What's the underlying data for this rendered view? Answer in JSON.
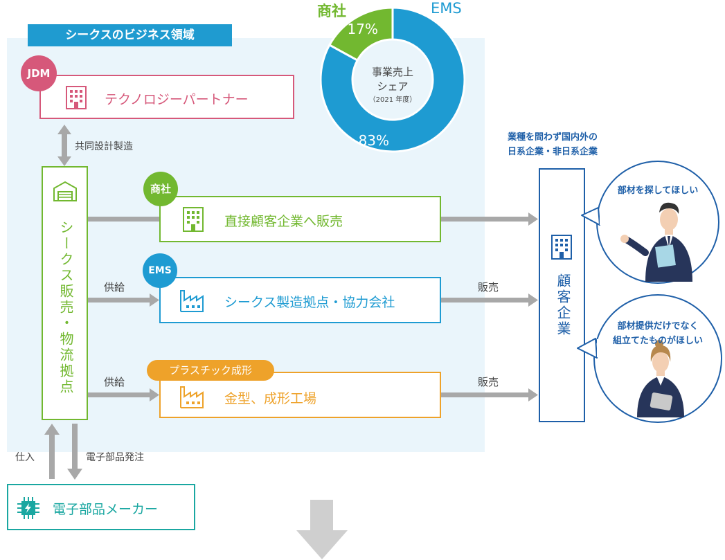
{
  "region_title": "シークスのビジネス領域",
  "jdm": {
    "badge": "JDM",
    "label": "テクノロジーパートナー"
  },
  "joint_design_label": "共同設計製造",
  "logistics_label": "シークス販売・物流拠点",
  "trading": {
    "badge": "商社",
    "label": "直接顧客企業へ販売"
  },
  "ems": {
    "badge": "EMS",
    "label": "シークス製造拠点・協力会社"
  },
  "plastics": {
    "badge": "プラスチック成形",
    "label": "金型、成形工場"
  },
  "supply_label_1": "供給",
  "supply_label_2": "供給",
  "sales_label_1": "販売",
  "sales_label_2": "販売",
  "purchase_label": "仕入",
  "order_label": "電子部品発注",
  "maker_label": "電子部品メーカー",
  "customer": {
    "note_line1": "業種を問わず国内外の",
    "note_line2": "日系企業・非日系企業",
    "label": "顧客企業"
  },
  "bubble1": {
    "line1": "部材を探してほしい"
  },
  "bubble2": {
    "line1": "部材提供だけでなく",
    "line2": "組立てたものがほしい"
  },
  "chart_data": {
    "type": "pie",
    "title": "事業売上シェア",
    "subtitle": "（2021 年度）",
    "center_line1": "事業売上",
    "center_line2": "シェア",
    "slices": [
      {
        "name": "EMS",
        "value": 83,
        "label": "83%",
        "color": "#1e9bd2"
      },
      {
        "name": "商社",
        "value": 17,
        "label": "17%",
        "color": "#72b830"
      }
    ]
  },
  "colors": {
    "jdm": "#d6587a",
    "green": "#72b830",
    "blue": "#1e9bd2",
    "orange": "#eea22a",
    "navy": "#1e5fa8",
    "teal": "#1aa7a1",
    "arrow": "#a8a8a8"
  }
}
